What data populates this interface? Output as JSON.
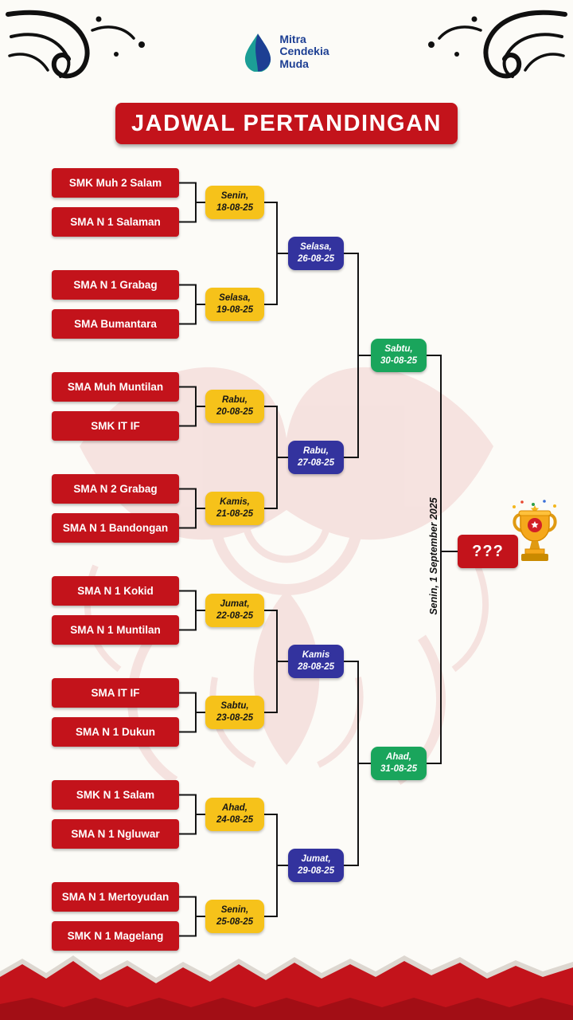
{
  "header": {
    "logo": {
      "lines": [
        "Mitra",
        "Cendekia",
        "Muda"
      ]
    },
    "title": "JADWAL PERTANDINGAN"
  },
  "bracket": {
    "round1": [
      {
        "team_a": "SMK Muh 2 Salam",
        "team_b": "SMA N 1 Salaman",
        "day": "Senin,",
        "date": "18-08-25"
      },
      {
        "team_a": "SMA N 1 Grabag",
        "team_b": "SMA Bumantara",
        "day": "Selasa,",
        "date": "19-08-25"
      },
      {
        "team_a": "SMA Muh Muntilan",
        "team_b": "SMK IT IF",
        "day": "Rabu,",
        "date": "20-08-25"
      },
      {
        "team_a": "SMA N 2 Grabag",
        "team_b": "SMA N 1 Bandongan",
        "day": "Kamis,",
        "date": "21-08-25"
      },
      {
        "team_a": "SMA N 1 Kokid",
        "team_b": "SMA N 1 Muntilan",
        "day": "Jumat,",
        "date": "22-08-25"
      },
      {
        "team_a": "SMA IT IF",
        "team_b": "SMA N 1 Dukun",
        "day": "Sabtu,",
        "date": "23-08-25"
      },
      {
        "team_a": "SMK N 1 Salam",
        "team_b": "SMA N 1 Ngluwar",
        "day": "Ahad,",
        "date": "24-08-25"
      },
      {
        "team_a": "SMA N 1 Mertoyudan",
        "team_b": "SMK N 1 Magelang",
        "day": "Senin,",
        "date": "25-08-25"
      }
    ],
    "quarterfinals": [
      {
        "day": "Selasa,",
        "date": "26-08-25"
      },
      {
        "day": "Rabu,",
        "date": "27-08-25"
      },
      {
        "day": "Kamis",
        "date": "28-08-25"
      },
      {
        "day": "Jumat,",
        "date": "29-08-25"
      }
    ],
    "semifinals": [
      {
        "day": "Sabtu,",
        "date": "30-08-25"
      },
      {
        "day": "Ahad,",
        "date": "31-08-25"
      }
    ],
    "final": {
      "placeholder": "???",
      "date": "Senin, 1 September 2025"
    }
  },
  "icons": {
    "trophy": "champion-trophy",
    "logo_mark": "mitra-cendekia-muda-drop",
    "flourishes": "calligraphic-swirl"
  },
  "colors": {
    "primary_red": "#c3131b",
    "round1_yellow": "#f6c21a",
    "quarterfinal_blue": "#33339e",
    "semifinal_green": "#1aa55c",
    "logo_blue": "#1d3f93",
    "logo_teal": "#1c9e96",
    "background": "#fcfbf7"
  }
}
